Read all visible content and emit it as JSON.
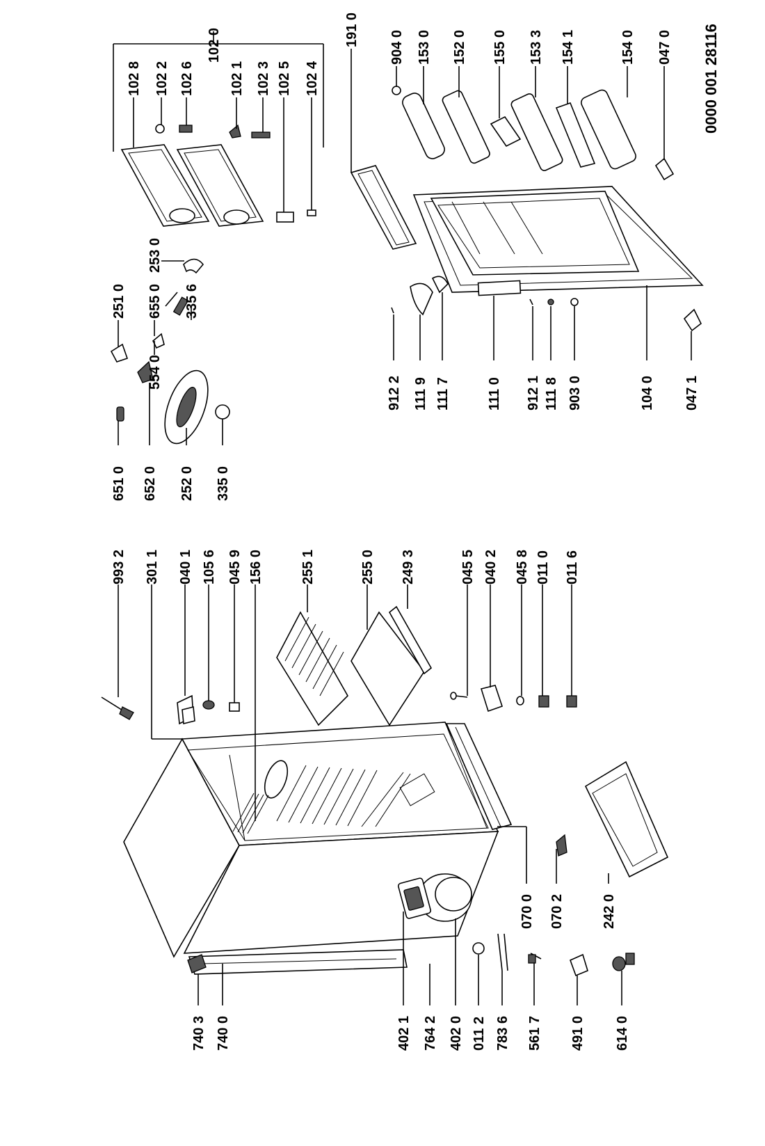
{
  "document_number": "0000 001 28116",
  "labels": {
    "l_993_2": "993 2",
    "l_301_1": "301 1",
    "l_040_1": "040 1",
    "l_105_6": "105 6",
    "l_045_9": "045 9",
    "l_156_0": "156 0",
    "l_255_1": "255 1",
    "l_255_0": "255 0",
    "l_249_3": "249 3",
    "l_045_5": "045 5",
    "l_040_2": "040 2",
    "l_045_8": "045 8",
    "l_011_0": "011 0",
    "l_011_6": "011 6",
    "l_740_3": "740 3",
    "l_740_0": "740 0",
    "l_402_1": "402 1",
    "l_764_2": "764 2",
    "l_402_0": "402 0",
    "l_011_2": "011 2",
    "l_783_6": "783 6",
    "l_561_7": "561 7",
    "l_491_0": "491 0",
    "l_614_0": "614 0",
    "l_070_0": "070 0",
    "l_070_2": "070 2",
    "l_242_0": "242 0",
    "l_651_0": "651 0",
    "l_652_0": "652 0",
    "l_252_0": "252 0",
    "l_335_0": "335 0",
    "l_251_0": "251 0",
    "l_655_0": "655 0",
    "l_554_0": "554 0",
    "l_335_6": "335 6",
    "l_253_0": "253 0",
    "l_102_0": "102 0",
    "l_102_8": "102 8",
    "l_102_2": "102 2",
    "l_102_6": "102 6",
    "l_102_1": "102 1",
    "l_102_3": "102 3",
    "l_102_5": "102 5",
    "l_102_4": "102 4",
    "l_191_0": "191 0",
    "l_904_0": "904 0",
    "l_153_0": "153 0",
    "l_152_0": "152 0",
    "l_155_0": "155 0",
    "l_153_3": "153 3",
    "l_154_1": "154 1",
    "l_154_0": "154 0",
    "l_047_0": "047 0",
    "l_912_2": "912 2",
    "l_111_9": "111 9",
    "l_111_7": "111 7",
    "l_111_0": "111 0",
    "l_912_1": "912 1",
    "l_111_8": "111 8",
    "l_903_0": "903 0",
    "l_104_0": "104 0",
    "l_047_1": "047 1"
  }
}
